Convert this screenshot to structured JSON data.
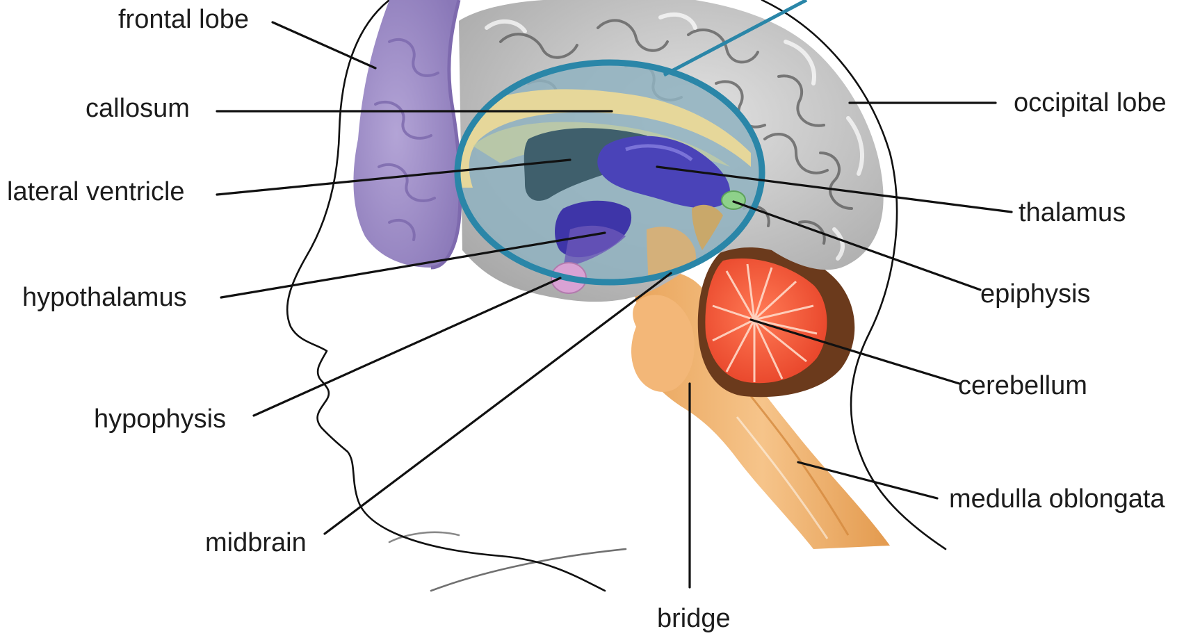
{
  "labels": {
    "frontal_lobe": "frontal lobe",
    "callosum": "callosum",
    "lateral_ventricle": "lateral ventricle",
    "hypothalamus": "hypothalamus",
    "hypophysis": "hypophysis",
    "midbrain": "midbrain",
    "bridge": "bridge",
    "occipital_lobe": "occipital lobe",
    "thalamus": "thalamus",
    "epiphysis": "epiphysis",
    "cerebellum": "cerebellum",
    "medulla_oblongata": "medulla oblongata"
  },
  "colors": {
    "frontal_lobe": "#9c8bc4",
    "cortex": "#c9c9c9",
    "highlight_ring": "#2a86a8",
    "callosum": "#e6d79a",
    "ventricle": "#3f5f6c",
    "thalamus": "#4a43b8",
    "epiphysis": "#8ed18a",
    "hypophysis": "#d9a2d4",
    "cerebellum_outer": "#6b3a1c",
    "cerebellum_inner": "#f2583a",
    "brainstem": "#f0b672",
    "leader_lines": "#111111"
  }
}
